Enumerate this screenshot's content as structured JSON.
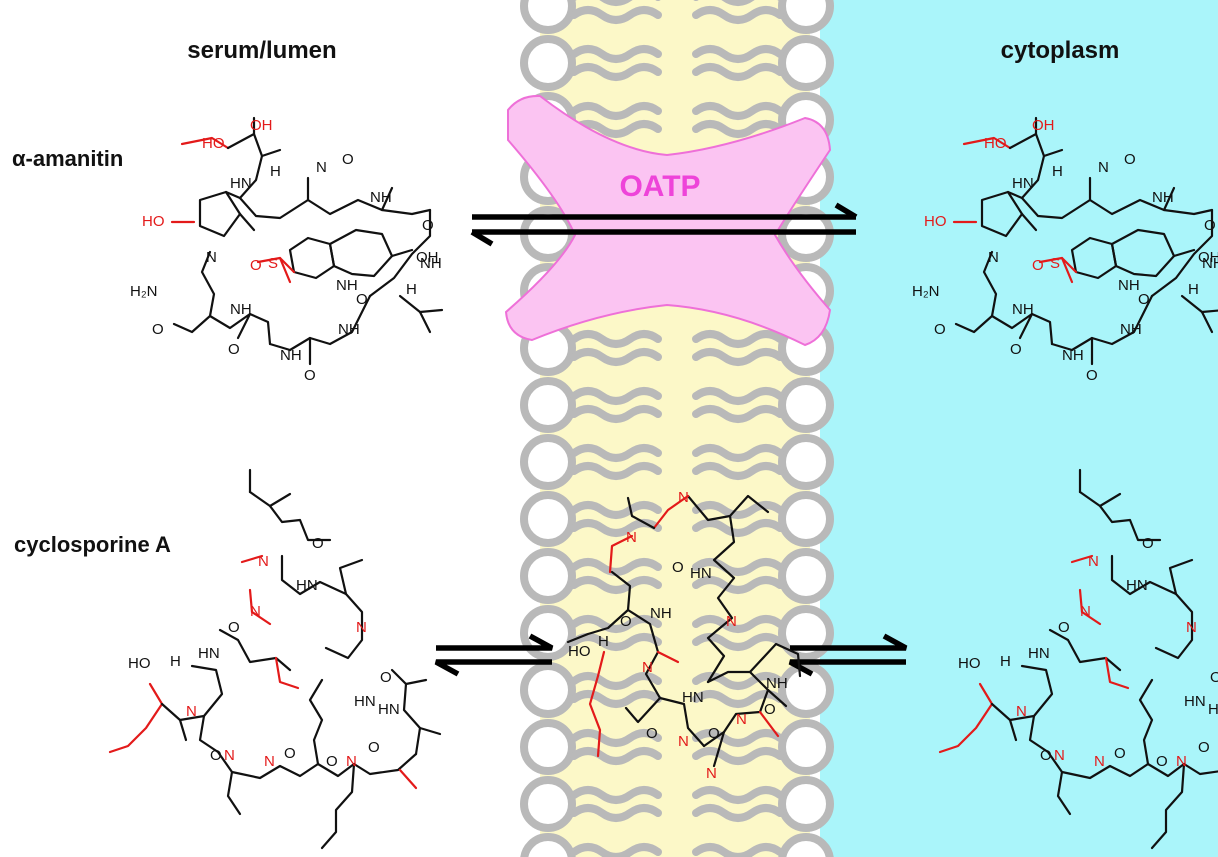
{
  "labels": {
    "serum_lumen": "serum/lumen",
    "cytoplasm": "cytoplasm",
    "alpha_amanitin": "α-amanitin",
    "cyclosporine_a": "cyclosporine A",
    "transporter": "OATP"
  },
  "colors": {
    "cytoplasm_bg": "#aaf5fa",
    "membrane_core": "#fcf8c8",
    "lipid_gray": "#b9b9b9",
    "transporter_fill": "#fbc4f2",
    "transporter_stroke": "#ee70d8",
    "transporter_text": "#ee44d9",
    "highlight_red": "#e31a1a",
    "ink": "#111111"
  },
  "atoms": {
    "oh": "OH",
    "ho": "HO",
    "h": "H",
    "n": "N",
    "s": "S",
    "o": "O",
    "nh": "NH",
    "hn": "HN",
    "h2n": "H₂N",
    "ho_ring": "HO"
  }
}
